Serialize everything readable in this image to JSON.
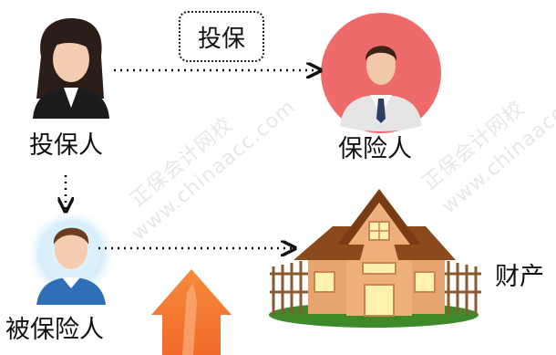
{
  "nodes": {
    "policyholder": "投保人",
    "insurer": "保险人",
    "insured": "被保险人",
    "property": "财产"
  },
  "action": "投保",
  "watermarks": [
    "正保会计网校",
    "www.chinaacc.com"
  ],
  "colors": {
    "insurer_circle": "#ef6b6b",
    "roof": "#8a4a1c",
    "wall": "#e3a06a",
    "arrow": "#f5893c"
  }
}
